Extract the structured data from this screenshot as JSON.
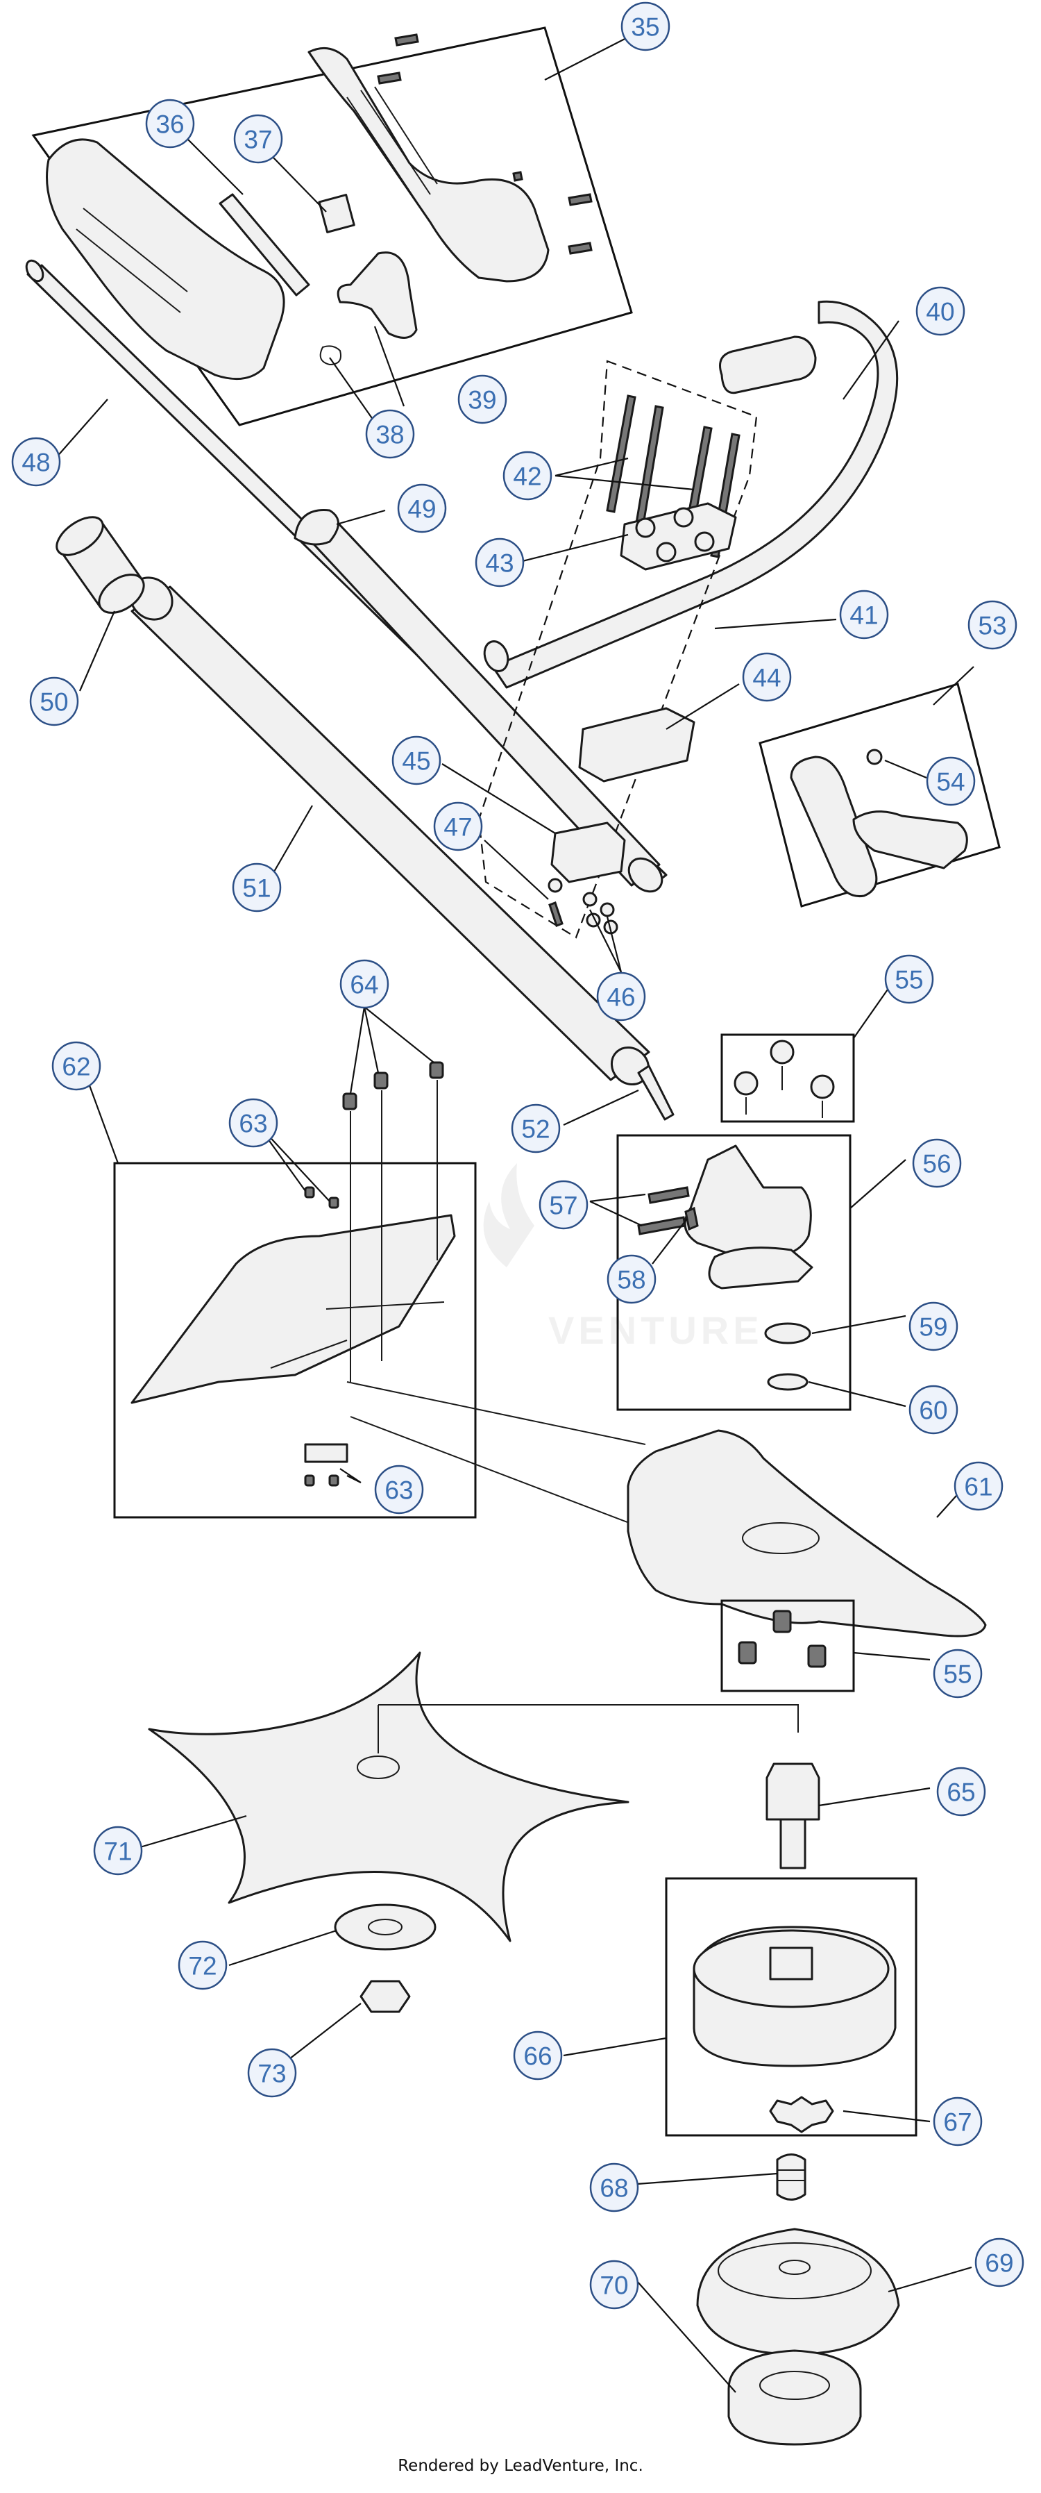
{
  "diagram": {
    "callouts": [
      {
        "id": "35",
        "label": "35"
      },
      {
        "id": "36",
        "label": "36"
      },
      {
        "id": "37",
        "label": "37"
      },
      {
        "id": "38",
        "label": "38"
      },
      {
        "id": "39",
        "label": "39"
      },
      {
        "id": "40",
        "label": "40"
      },
      {
        "id": "41",
        "label": "41"
      },
      {
        "id": "42",
        "label": "42"
      },
      {
        "id": "43",
        "label": "43"
      },
      {
        "id": "44",
        "label": "44"
      },
      {
        "id": "45",
        "label": "45"
      },
      {
        "id": "46",
        "label": "46"
      },
      {
        "id": "47",
        "label": "47"
      },
      {
        "id": "48",
        "label": "48"
      },
      {
        "id": "49",
        "label": "49"
      },
      {
        "id": "50",
        "label": "50"
      },
      {
        "id": "51",
        "label": "51"
      },
      {
        "id": "52",
        "label": "52"
      },
      {
        "id": "53",
        "label": "53"
      },
      {
        "id": "54",
        "label": "54"
      },
      {
        "id": "55a",
        "label": "55"
      },
      {
        "id": "55b",
        "label": "55"
      },
      {
        "id": "56",
        "label": "56"
      },
      {
        "id": "57",
        "label": "57"
      },
      {
        "id": "58",
        "label": "58"
      },
      {
        "id": "59",
        "label": "59"
      },
      {
        "id": "60",
        "label": "60"
      },
      {
        "id": "61",
        "label": "61"
      },
      {
        "id": "62",
        "label": "62"
      },
      {
        "id": "63a",
        "label": "63"
      },
      {
        "id": "63b",
        "label": "63"
      },
      {
        "id": "64",
        "label": "64"
      },
      {
        "id": "65",
        "label": "65"
      },
      {
        "id": "66",
        "label": "66"
      },
      {
        "id": "67",
        "label": "67"
      },
      {
        "id": "68",
        "label": "68"
      },
      {
        "id": "69",
        "label": "69"
      },
      {
        "id": "70",
        "label": "70"
      },
      {
        "id": "71",
        "label": "71"
      },
      {
        "id": "72",
        "label": "72"
      },
      {
        "id": "73",
        "label": "73"
      }
    ],
    "watermark": "VENTURE",
    "footer": "Rendered by LeadVenture, Inc."
  }
}
